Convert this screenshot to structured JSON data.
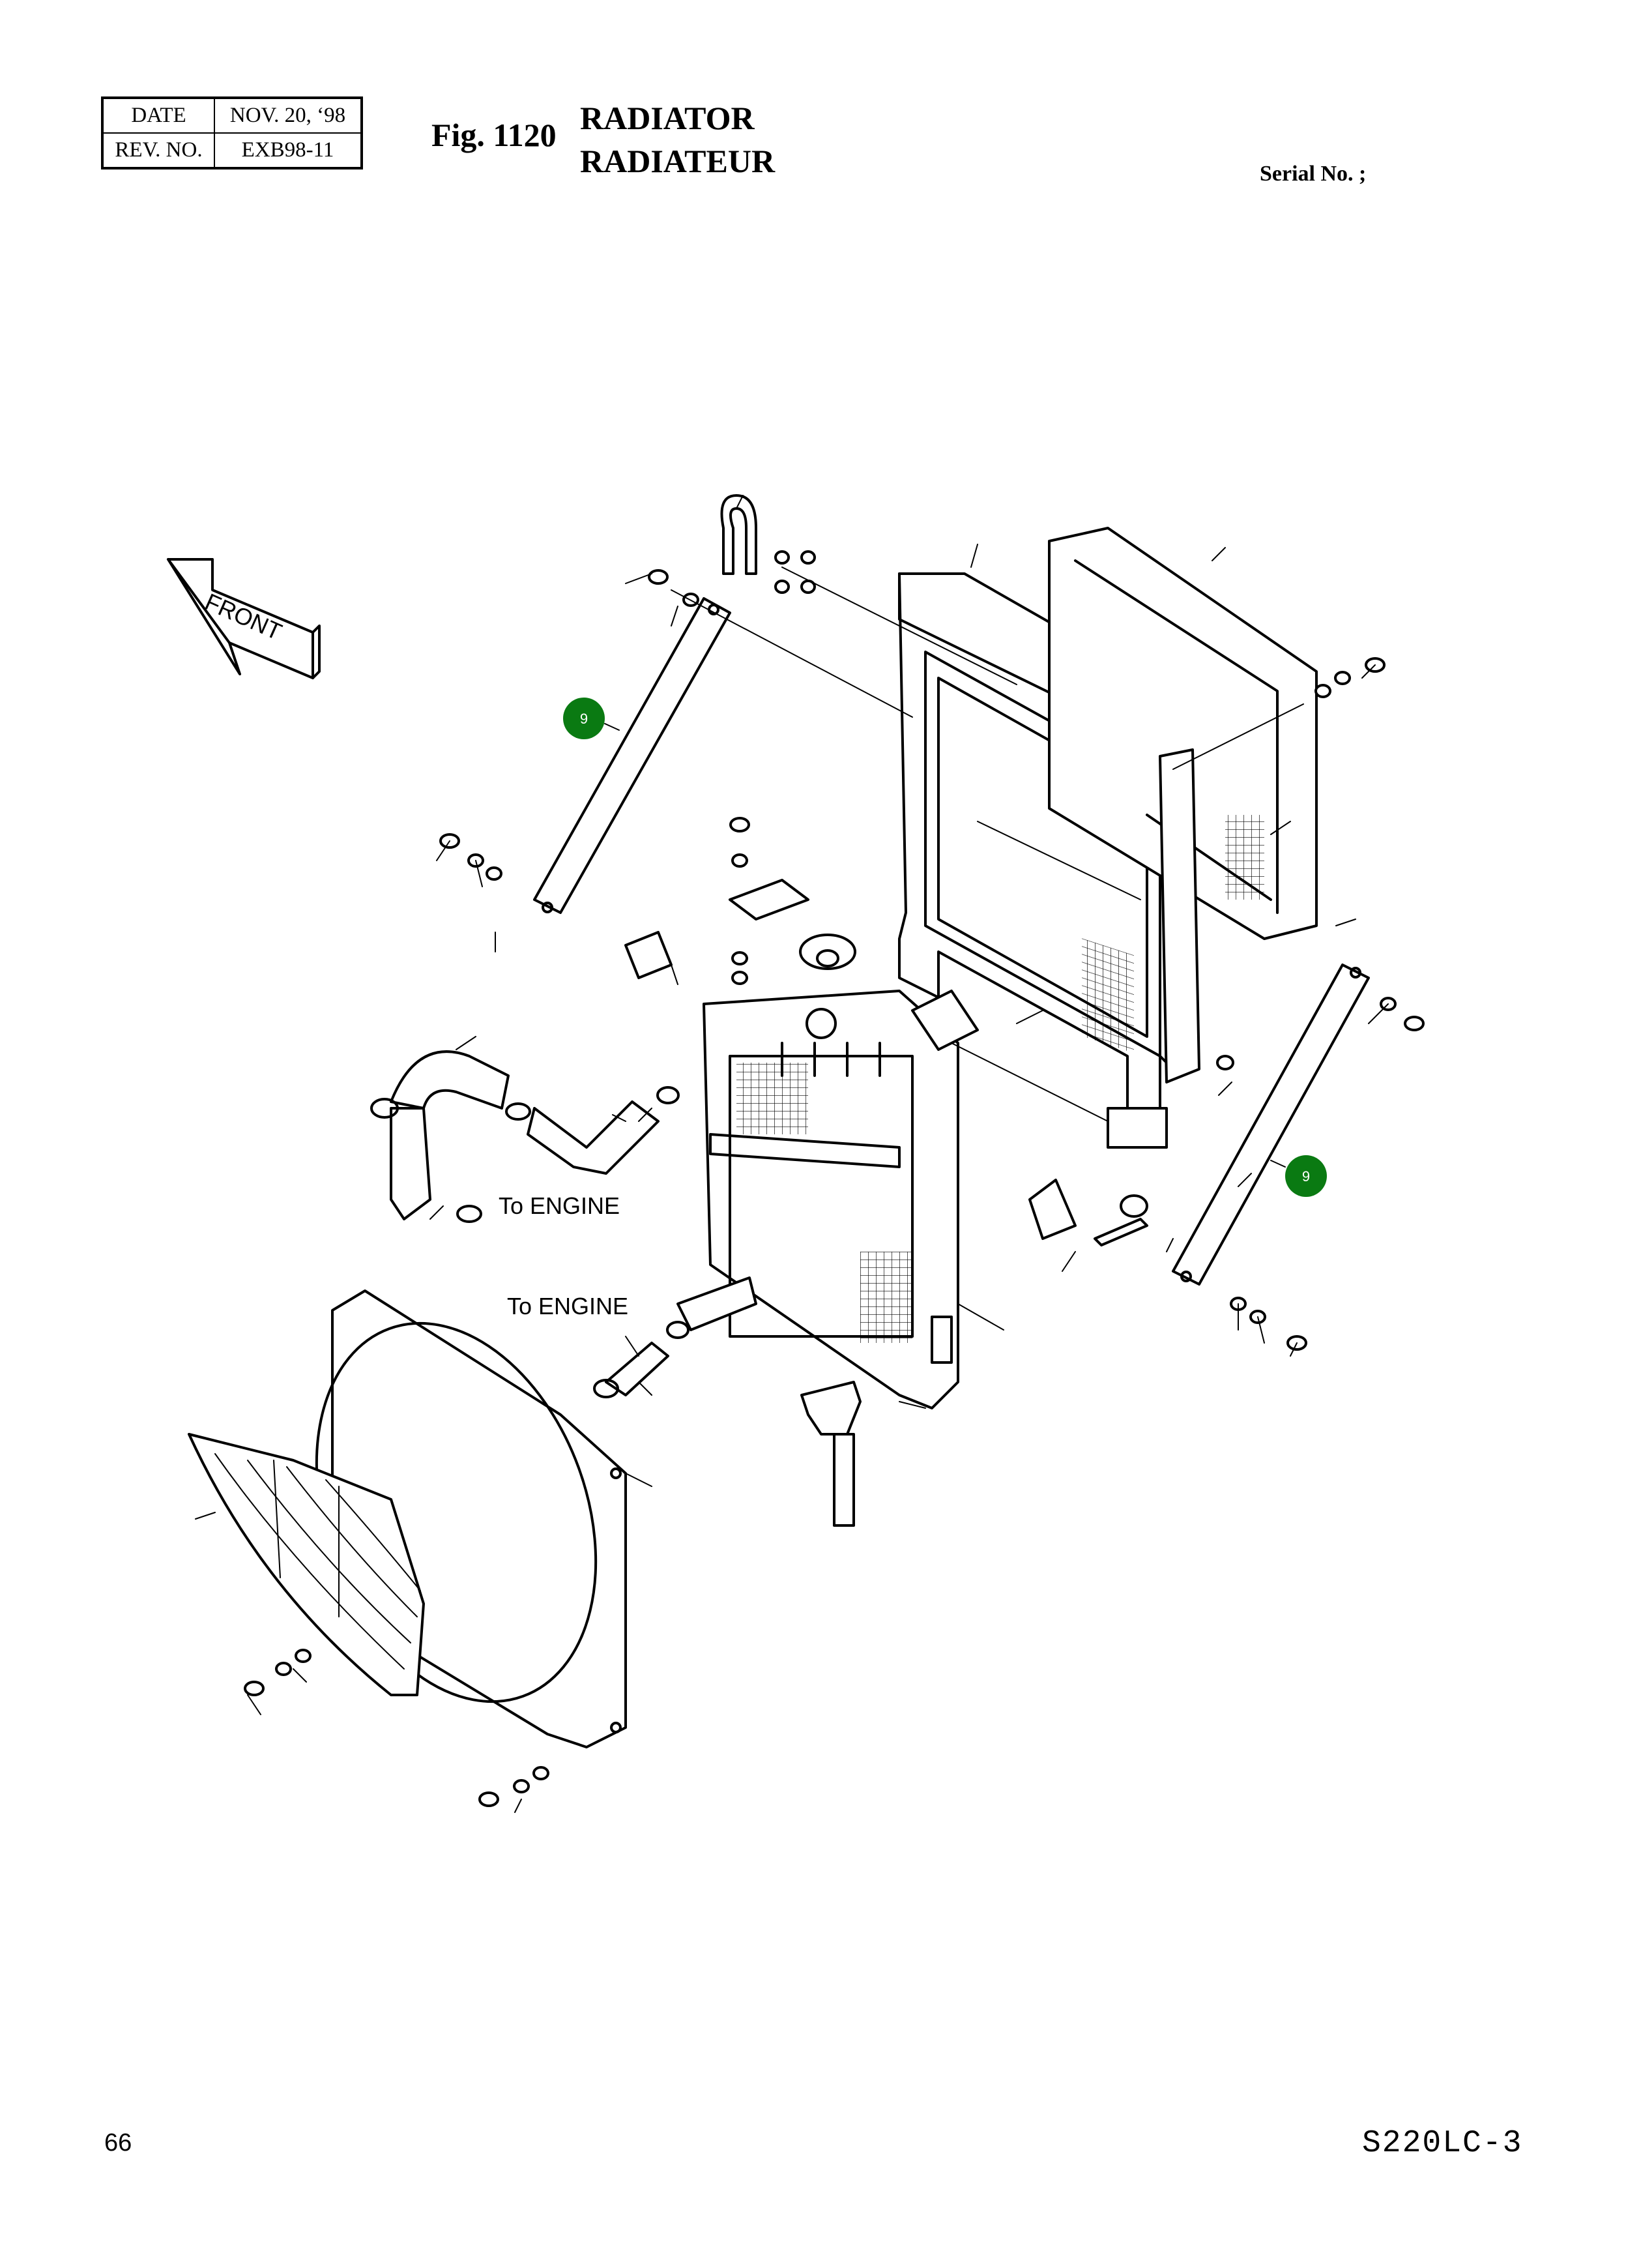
{
  "header": {
    "date_label": "DATE",
    "date_value": "NOV. 20, ‘98",
    "rev_label": "REV. NO.",
    "rev_value": "EXB98-11",
    "fig_number": "Fig. 1120",
    "title_en": "RADIATOR",
    "title_fr": "RADIATEUR",
    "serial_label": "Serial No. ;"
  },
  "diagram": {
    "front_label": "FRONT",
    "engine_label_1": "To ENGINE",
    "engine_label_2": "To ENGINE",
    "callout_1": "9",
    "callout_2": "9",
    "callout_color": "#0a7a12"
  },
  "footer": {
    "page_number": "66",
    "model": "S220LC-3"
  }
}
